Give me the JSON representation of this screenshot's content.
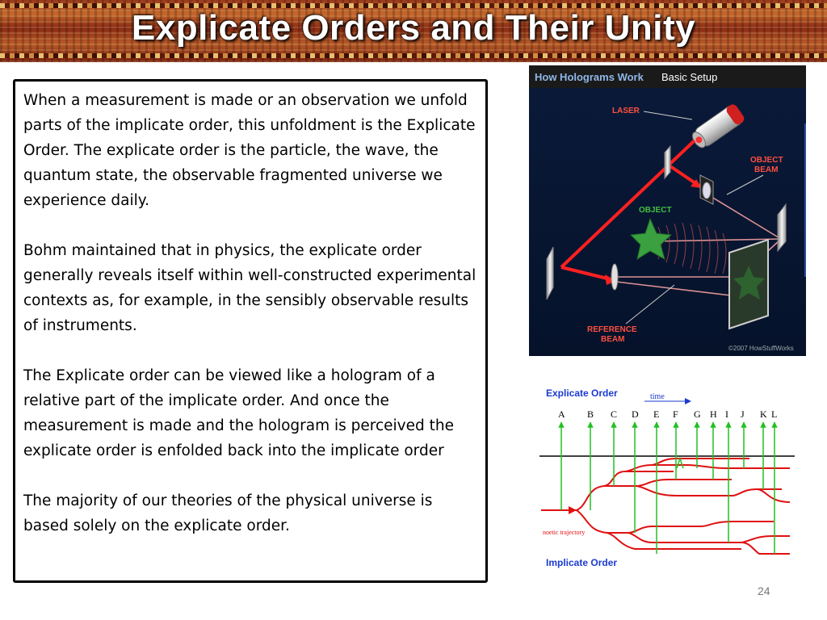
{
  "slide": {
    "title": "Explicate Orders and Their Unity",
    "page_number": "24"
  },
  "body": {
    "paragraphs": [
      "When a measurement is made or an observation we unfold parts of the implicate order, this unfoldment is the Explicate Order.  The explicate order is the particle, the wave, the quantum state, the observable fragmented universe we experience daily.",
      "Bohm maintained that in physics, the explicate order generally reveals itself within well-constructed experimental contexts as, for example, in the sensibly observable results of instruments.",
      "The Explicate order can be viewed like a hologram of a relative part of the implicate order.  And once the measurement is made and the hologram is perceived the explicate order is enfolded back into the implicate order",
      "The majority of our theories of the physical universe is based solely on the explicate order."
    ]
  },
  "hologram_figure": {
    "header_bold": "How Holograms Work",
    "header_rest": "Basic Setup",
    "label_laser": "LASER",
    "label_object_beam_1": "OBJECT",
    "label_object_beam_2": "BEAM",
    "label_object": "OBJECT",
    "label_reference_1": "REFERENCE",
    "label_reference_2": "BEAM",
    "copyright": "©2007 HowStuffWorks"
  },
  "tree_figure": {
    "explicate_label": "Explicate Order",
    "time_label": "time",
    "letters": [
      "A",
      "B",
      "C",
      "D",
      "E",
      "F",
      "G",
      "H",
      "I",
      "J",
      "K",
      "L"
    ],
    "trajectory_label": "noetic trajectory",
    "implicate_label": "Implicate Order"
  }
}
